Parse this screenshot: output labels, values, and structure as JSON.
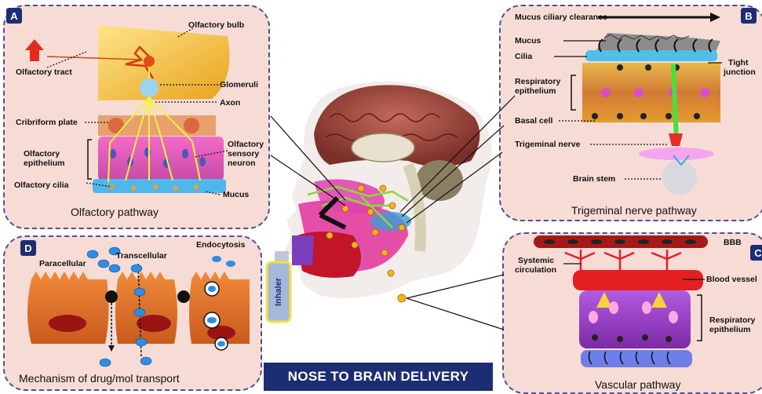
{
  "title": "NOSE TO BRAIN DELIVERY",
  "inhaler_label": "Inhaler",
  "panels": {
    "a": {
      "badge": "A",
      "caption": "Olfactory pathway",
      "labels": {
        "olfactory_bulb": "Olfactory bulb",
        "olfactory_tract": "Olfactory tract",
        "glomeruli": "Glomeruli",
        "axon": "Axon",
        "cribriform_plate": "Cribriform plate",
        "olfactory_epithelium_1": "Olfactory",
        "olfactory_epithelium_2": "epithelium",
        "olfactory_sensory_neuron_1": "Olfactory",
        "olfactory_sensory_neuron_2": "sensory",
        "olfactory_sensory_neuron_3": "neuron",
        "olfactory_cilia": "Olfactory cilia",
        "mucus": "Mucus"
      }
    },
    "b": {
      "badge": "B",
      "caption": "Trigeminal nerve pathway",
      "labels": {
        "mucus_ciliary_clearance": "Mucus ciliary clearance",
        "mucus": "Mucus",
        "cilia": "Cilia",
        "tight_junction_1": "Tight",
        "tight_junction_2": "junction",
        "respiratory_epithelium_1": "Respiratory",
        "respiratory_epithelium_2": "epithelium",
        "basal_cell": "Basal cell",
        "trigeminal_nerve": "Trigeminal nerve",
        "brain_stem": "Brain stem"
      }
    },
    "c": {
      "badge": "C",
      "caption": "Vascular pathway",
      "labels": {
        "bbb": "BBB",
        "systemic_circulation_1": "Systemic",
        "systemic_circulation_2": "circulation",
        "blood_vessel": "Blood vessel",
        "respiratory_epithelium_1": "Respiratory",
        "respiratory_epithelium_2": "epithelium"
      }
    },
    "d": {
      "badge": "D",
      "caption": "Mechanism of drug/mol transport",
      "labels": {
        "paracellular": "Paracellular",
        "transcellular": "Transcellular",
        "endocytosis": "Endocytosis"
      }
    }
  },
  "colors": {
    "panel_bg": "#f7dcd6",
    "border": "#4a4f9a",
    "badge": "#1c2d74",
    "banner": "#1c2d74"
  }
}
